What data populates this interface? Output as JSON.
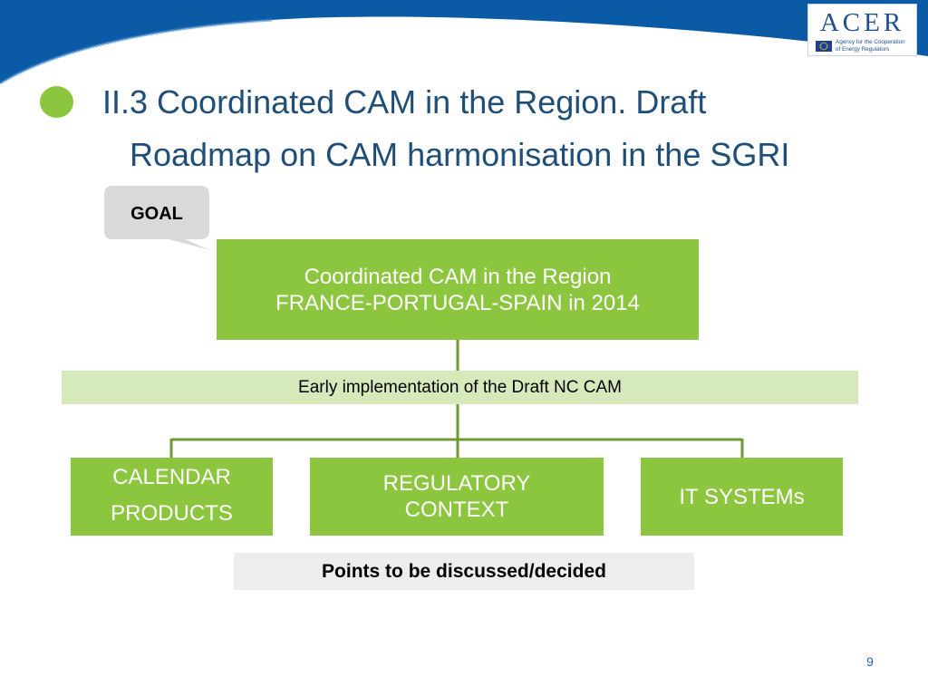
{
  "header": {
    "logo_text": "ACER",
    "logo_tagline_1": "Agency for the Cooperation",
    "logo_tagline_2": "of Energy Regulators"
  },
  "slide": {
    "title_line1": "II.3 Coordinated CAM in the Region. Draft",
    "title_line2": "Roadmap on CAM harmonisation in the SGRI",
    "callout": "GOAL",
    "goal_line1": "Coordinated CAM in the Region",
    "goal_line2": "FRANCE-PORTUGAL-SPAIN in 2014",
    "early_label": "Early implementation of the Draft NC CAM",
    "boxes": [
      {
        "line1": "CALENDAR",
        "line2": "PRODUCTS"
      },
      {
        "line1": "REGULATORY",
        "line2": "CONTEXT"
      },
      {
        "line1": "IT SYSTEMs"
      }
    ],
    "points_label": "Points to be discussed/decided",
    "page_number": "9"
  },
  "colors": {
    "banner_blue": "#0b5aa6",
    "accent_green": "#8cc63f",
    "pale_green": "#d6e9bb",
    "connector_green": "#6f9a33",
    "title_blue": "#1f4e79",
    "callout_gray": "#d9d9d9",
    "points_gray": "#ededed"
  }
}
